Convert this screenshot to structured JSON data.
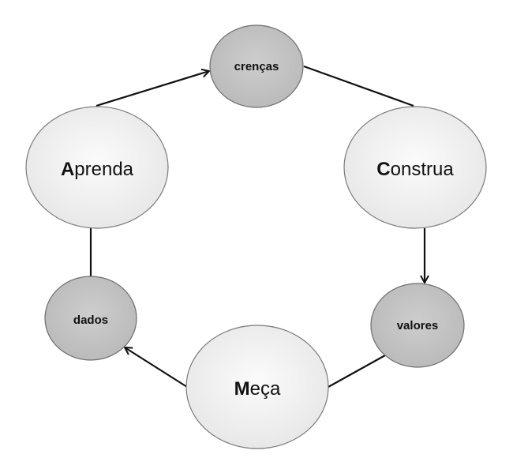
{
  "nodes": {
    "aprenda": {
      "initial": "A",
      "rest": "prenda"
    },
    "construa": {
      "initial": "C",
      "rest": "onstrua"
    },
    "meca": {
      "initial": "M",
      "rest": "eça"
    },
    "crencas": {
      "label": "crenças"
    },
    "valores": {
      "label": "valores"
    },
    "dados": {
      "label": "dados"
    }
  },
  "colors": {
    "big_node_fill": "#efefef",
    "small_node_fill": "#c6c6c6",
    "outline": "#7a7a7a",
    "connector": "#111111"
  }
}
